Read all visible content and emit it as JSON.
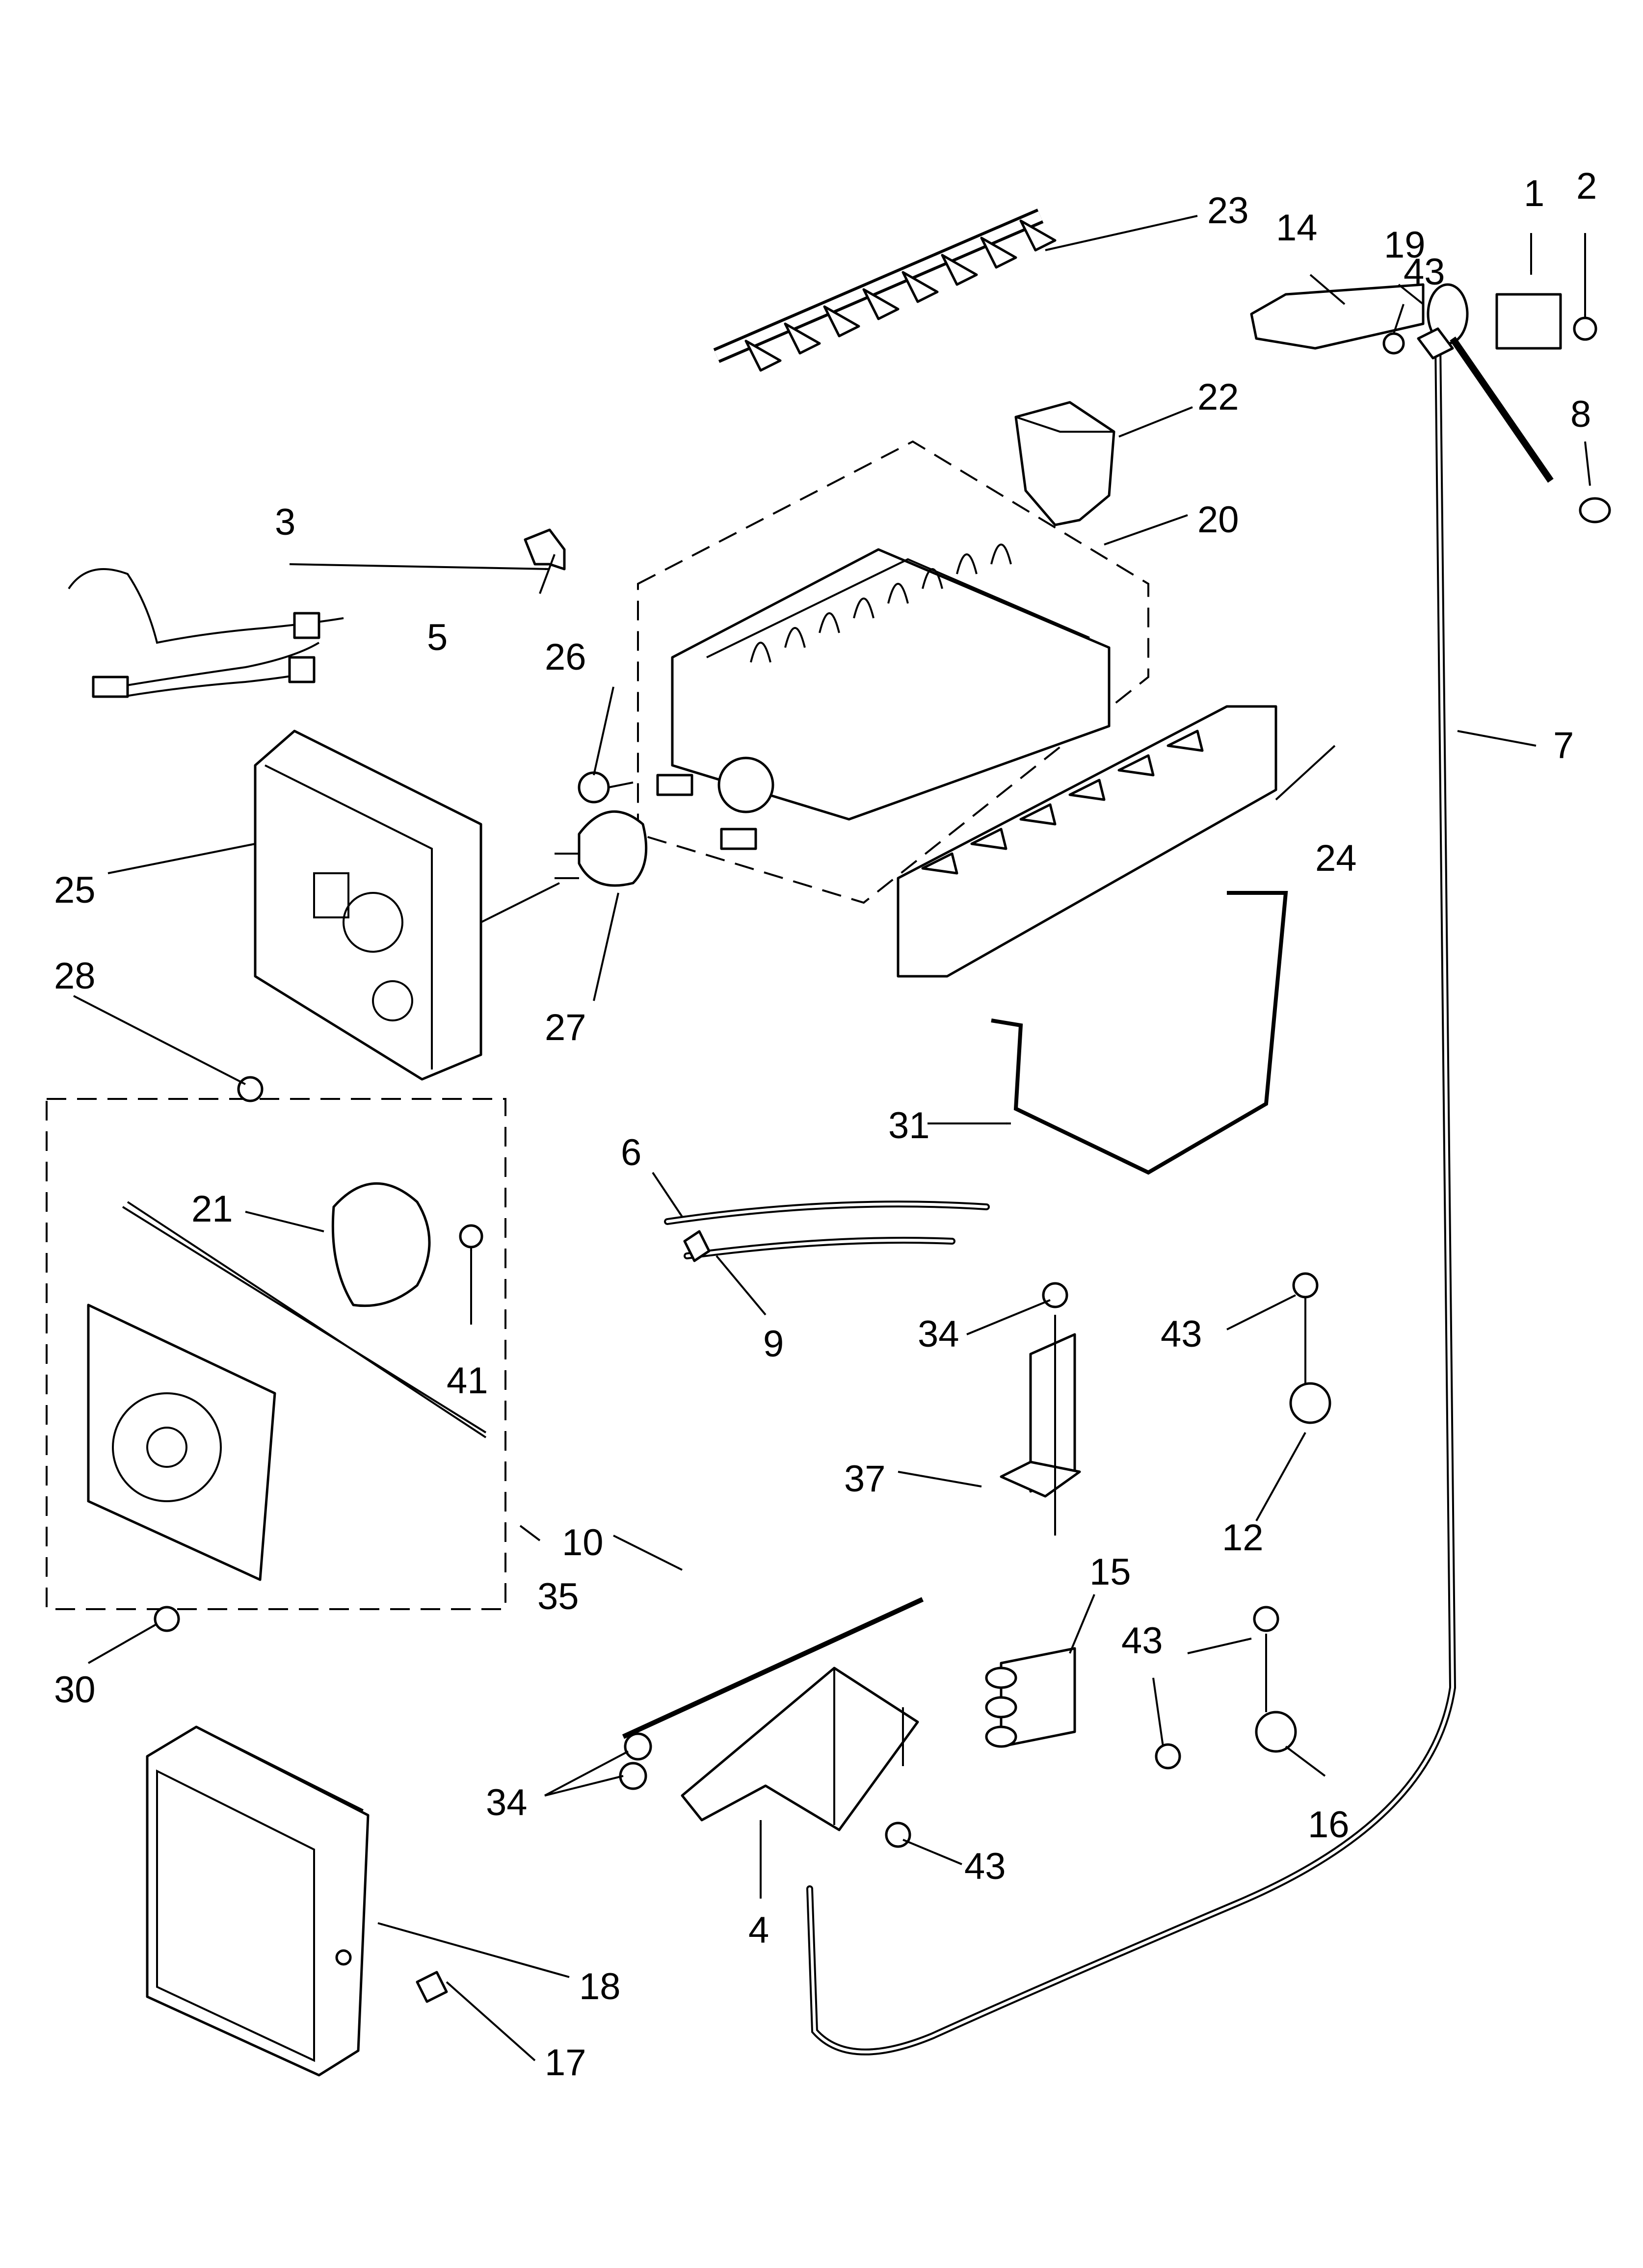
{
  "callouts": {
    "c1": "1",
    "c2": "2",
    "c3": "3",
    "c4": "4",
    "c5": "5",
    "c6": "6",
    "c7": "7",
    "c8": "8",
    "c9": "9",
    "c10": "10",
    "c12": "12",
    "c14": "14",
    "c15": "15",
    "c16": "16",
    "c17": "17",
    "c18": "18",
    "c19": "19",
    "c20": "20",
    "c21": "21",
    "c22": "22",
    "c23": "23",
    "c24": "24",
    "c25": "25",
    "c26": "26",
    "c27": "27",
    "c28": "28",
    "c30": "30",
    "c31": "31",
    "c34a": "34",
    "c34b": "34",
    "c35": "35",
    "c37": "37",
    "c41": "41",
    "c43a": "43",
    "c43b": "43",
    "c43c": "43",
    "c43d": "43"
  }
}
